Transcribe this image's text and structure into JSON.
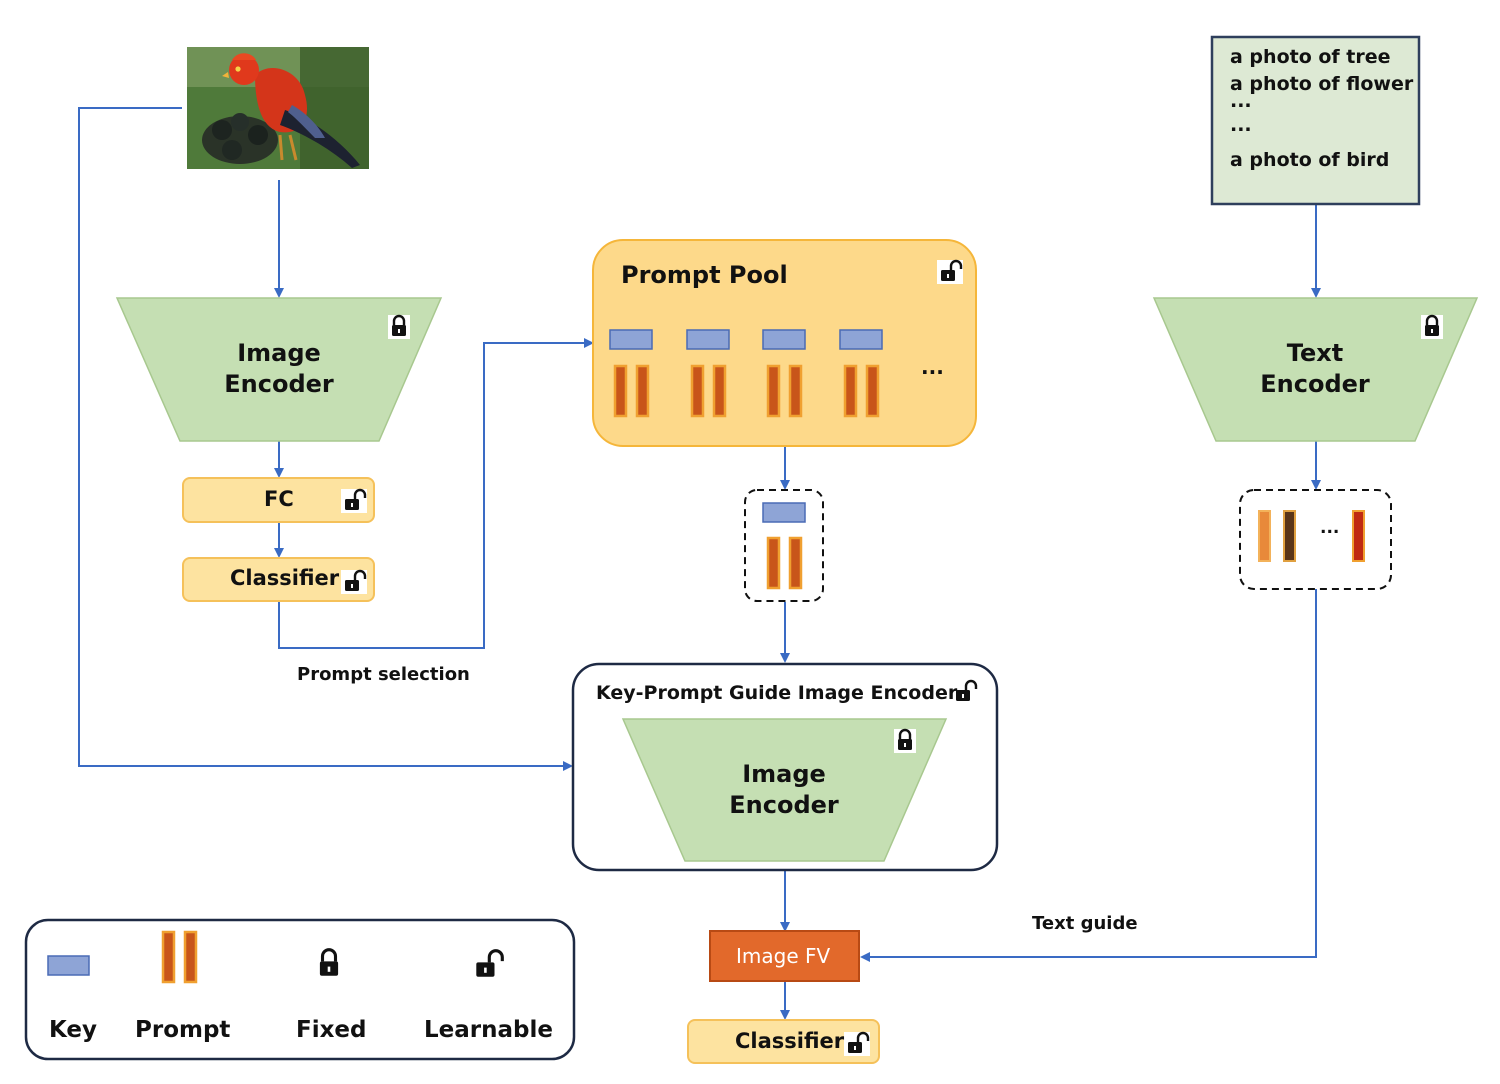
{
  "left_branch": {
    "encoder_title_line1": "Image",
    "encoder_title_line2": "Encoder",
    "fc_label": "FC",
    "classifier_label": "Classifier",
    "prompt_selection_label": "Prompt selection"
  },
  "prompt_pool": {
    "title": "Prompt Pool",
    "ellipsis": "..."
  },
  "key_prompt_guide": {
    "title": "Key-Prompt Guide Image Encoder",
    "encoder_title_line1": "Image",
    "encoder_title_line2": "Encoder"
  },
  "text_branch": {
    "prompts": [
      "a photo of tree",
      "a photo of flower",
      "...",
      "...",
      "a photo of bird"
    ],
    "encoder_title_line1": "Text",
    "encoder_title_line2": "Encoder",
    "feature_ellipsis": "...",
    "text_guide_label": "Text guide"
  },
  "output": {
    "image_fv_label": "Image FV",
    "classifier_label": "Classifier"
  },
  "legend": {
    "key_label": "Key",
    "prompt_label": "Prompt",
    "fixed_label": "Fixed",
    "learnable_label": "Learnable"
  },
  "colors": {
    "encoder_fill": "#c5dfb3",
    "encoder_stroke": "#a8c88f",
    "yellow_fill": "#fde3a0",
    "yellow_stroke": "#f5c15a",
    "pool_fill": "#fdd98a",
    "key_fill": "#8ea4d6",
    "key_stroke": "#4a6bb5",
    "prompt_fill": "#c8551a",
    "prompt_stroke": "#f0a030",
    "arrow": "#3a6bc4",
    "image_fv_fill": "#e2692b",
    "text_box_fill": "#dde9d4",
    "text_box_stroke": "#2e3f5c"
  },
  "icons": [
    "bird-photo",
    "lock-icon",
    "unlock-icon"
  ]
}
